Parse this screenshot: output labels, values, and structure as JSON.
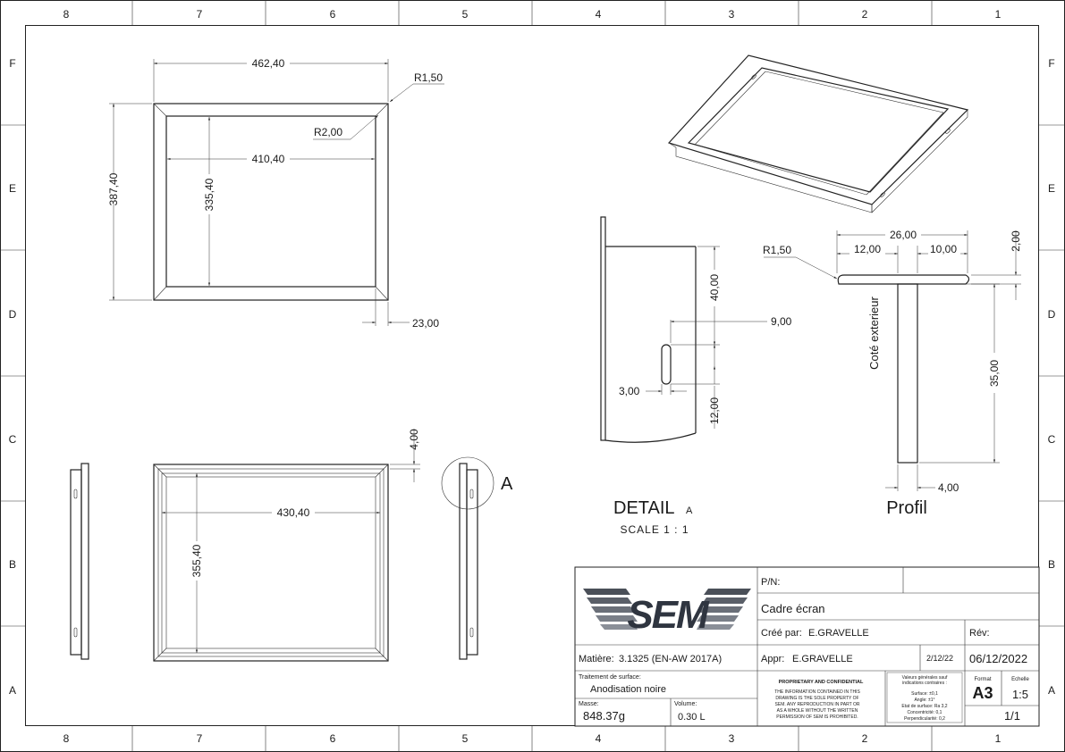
{
  "grid": {
    "columns": [
      "8",
      "7",
      "6",
      "5",
      "4",
      "3",
      "2",
      "1"
    ],
    "rows": [
      "F",
      "E",
      "D",
      "C",
      "B",
      "A"
    ]
  },
  "front_view": {
    "width": "462,40",
    "inner_width": "410,40",
    "height": "387,40",
    "inner_height": "335,40",
    "outer_radius": "R1,50",
    "inner_radius": "R2,00",
    "flange": "23,00"
  },
  "back_view": {
    "inner_width": "430,40",
    "inner_height": "355,40",
    "thickness": "4,00"
  },
  "detail_callout": "A",
  "detail": {
    "title": "DETAIL",
    "title_suffix": "A",
    "scale": "SCALE 1 : 1",
    "dim_top": "40,00",
    "dim_offset": "9,00",
    "dim_slot_width": "3,00",
    "dim_bottom": "12,00"
  },
  "profile": {
    "title": "Profil",
    "label": "Coté exterieur",
    "total_width": "26,00",
    "left_width": "12,00",
    "right_width": "10,00",
    "top_thickness": "2,00",
    "radius": "R1,50",
    "height": "35,00",
    "stem_width": "4,00"
  },
  "title_block": {
    "logo": "SEM",
    "pn_label": "P/N:",
    "pn_value": "",
    "title": "Cadre écran",
    "created_label": "Créé par:",
    "created_by": "E.GRAVELLE",
    "rev_label": "Rév:",
    "material_label": "Matière:",
    "material": "3.1325 (EN-AW 2017A)",
    "approved_label": "Appr:",
    "approved_by": "E.GRAVELLE",
    "approved_date": "2/12/22",
    "date": "06/12/2022",
    "surface_label": "Traitement de surface:",
    "surface": "Anodisation noire",
    "mass_label": "Masse:",
    "mass": "848.37g",
    "volume_label": "Volume:",
    "volume": "0.30 L",
    "proprietary_title": "PROPRIETARY AND CONFIDENTIAL",
    "proprietary_lines": [
      "THE INFORMATION CONTAINED IN THIS",
      "DRAWING IS THE SOLE PROPERTY OF",
      "SEM. ANY REPRODUCTION IN PART OR",
      "AS A WHOLE WITHOUT THE WRITTEN",
      "PERMISSION OF SEM IS PROHIBITED."
    ],
    "tolerance_lines": [
      "Valeurs générales sauf",
      "indications contraires :",
      "Surface: ±0,1",
      "Angle: ±1°",
      "Etat de surface: Ra 3,2",
      "Concentricité: 0,1",
      "Perpendicularité: 0,2"
    ],
    "format_label": "Format",
    "format": "A3",
    "scale_label": "Echelle",
    "scale": "1:5",
    "sheet": "1/1"
  }
}
